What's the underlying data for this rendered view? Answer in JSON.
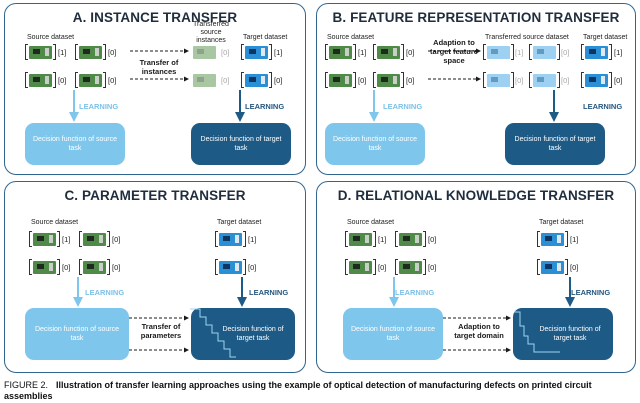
{
  "panels": {
    "a": {
      "title": "A. INSTANCE TRANSFER",
      "source_label": "Source dataset",
      "transferred_label": "Transferred source instances",
      "target_label": "Target dataset",
      "arrow_label": "Transfer of instances",
      "learning_left": "LEARNING",
      "learning_right": "LEARNING",
      "box_left": "Decision function of source task",
      "box_right": "Decision function of target task"
    },
    "b": {
      "title": "B. FEATURE REPRESENTATION TRANSFER",
      "source_label": "Source dataset",
      "transferred_label": "Transferred source dataset",
      "target_label": "Target dataset",
      "arrow_label": "Adaption to target feature space",
      "learning_left": "LEARNING",
      "learning_right": "LEARNING",
      "box_left": "Decision function of source task",
      "box_right": "Decision function of target task"
    },
    "c": {
      "title": "C. PARAMETER TRANSFER",
      "source_label": "Source dataset",
      "target_label": "Target dataset",
      "arrow_label": "Transfer of parameters",
      "learning_left": "LEARNING",
      "learning_right": "LEARNING",
      "box_left": "Decision function of source task",
      "box_right": "Decision function of target task"
    },
    "d": {
      "title": "D. RELATIONAL KNOWLEDGE TRANSFER",
      "source_label": "Source dataset",
      "target_label": "Target dataset",
      "arrow_label": "Adaption to target domain",
      "learning_left": "LEARNING",
      "learning_right": "LEARNING",
      "box_left": "Decision function of source task",
      "box_right": "Decision function of target task"
    }
  },
  "labels": {
    "one": "[1]",
    "zero": "[0]"
  },
  "colors": {
    "border": "#2f6690",
    "light_blue": "#7fc6ec",
    "dark_blue": "#1e5a86",
    "source_board": "#4f8a48",
    "target_board": "#2b8fd6"
  },
  "caption": {
    "prefix": "FIGURE 2.",
    "text": "Illustration of transfer learning approaches using the example of optical detection of manufacturing defects on printed circuit assemblies"
  }
}
